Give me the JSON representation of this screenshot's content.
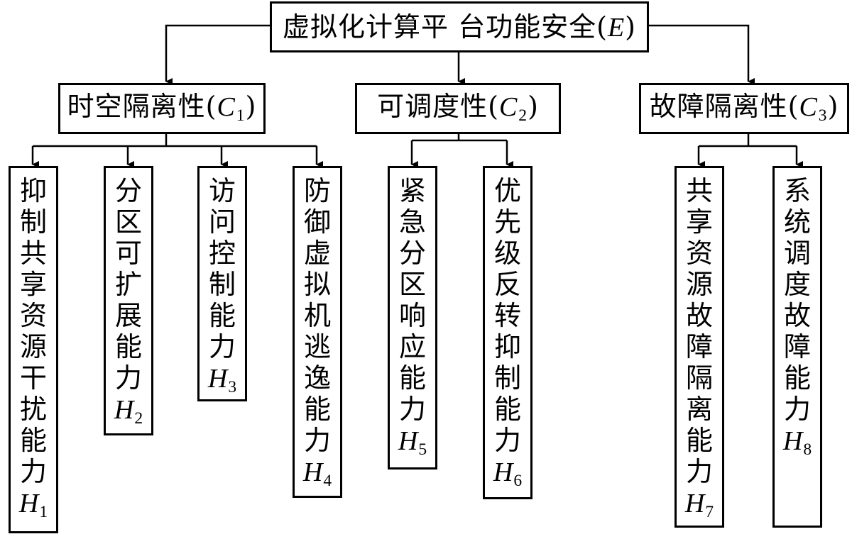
{
  "root": {
    "text": "虚拟化计算平 台功能安全",
    "symbol": "E"
  },
  "categories": [
    {
      "text": "时空隔离性",
      "symbol": "C",
      "sub": "1"
    },
    {
      "text": "可调度性",
      "symbol": "C",
      "sub": "2"
    },
    {
      "text": "故障隔离性",
      "symbol": "C",
      "sub": "3"
    }
  ],
  "leaves": [
    {
      "text": "抑制共享资源干扰能力",
      "symbol": "H",
      "sub": "1"
    },
    {
      "text": "分区可扩展能力",
      "symbol": "H",
      "sub": "2"
    },
    {
      "text": "访问控制能力",
      "symbol": "H",
      "sub": "3"
    },
    {
      "text": "防御虚拟机逃逸能力",
      "symbol": "H",
      "sub": "4"
    },
    {
      "text": "紧急分区响应能力",
      "symbol": "H",
      "sub": "5"
    },
    {
      "text": "优先级反转抑制能力",
      "symbol": "H",
      "sub": "6"
    },
    {
      "text": "共享资源故障隔离能力",
      "symbol": "H",
      "sub": "7"
    },
    {
      "text": "系统调度故障能力",
      "symbol": "H",
      "sub": "8"
    }
  ]
}
